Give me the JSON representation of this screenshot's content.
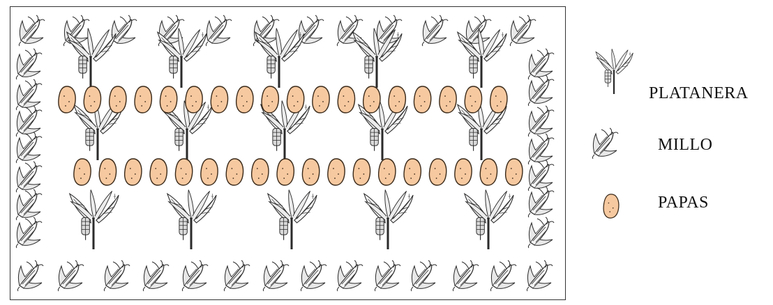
{
  "legend": {
    "platanera": "PLATANERA",
    "millo": "MILLO",
    "papas": "PAPAS"
  },
  "colors": {
    "potato_fill": "#f7c9a0",
    "potato_stroke": "#3a2a1a",
    "ink": "#2b2b2b",
    "border": "#333333"
  },
  "icons": {
    "platanera": "banana-plant-icon",
    "millo": "corn-cob-icon",
    "papas": "potato-icon"
  }
}
